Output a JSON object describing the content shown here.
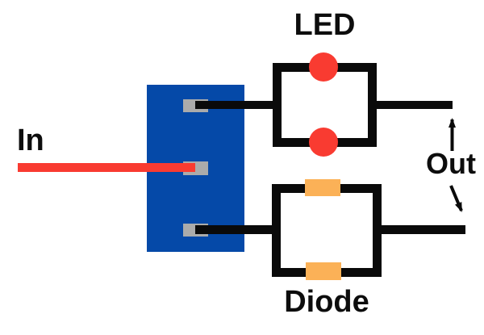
{
  "diagram": {
    "title": "LED vs Diode parallel circuit diagram",
    "labels": {
      "in": "In",
      "led": "LED",
      "diode": "Diode",
      "out": "Out"
    },
    "colors": {
      "background": "#FFFFFF",
      "wire_black": "#0A0A0A",
      "input_wire_red": "#F93B31",
      "led_red": "#F93B31",
      "diode_orange": "#FBB157",
      "component_block_blue": "#0549A8",
      "connector_gray": "#ABABAB",
      "text_black": "#0D0D0D"
    },
    "components": {
      "connector_block": "blue terminal block with 3 gray pins",
      "led_count": 2,
      "diode_count": 2,
      "output_arrow_count": 2
    }
  }
}
